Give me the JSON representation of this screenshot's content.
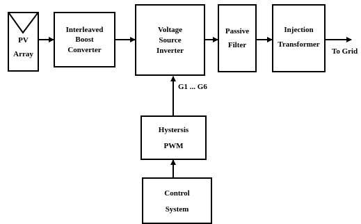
{
  "blocks": {
    "pv_array": {
      "line1": "PV",
      "line2": "Array"
    },
    "boost_converter": {
      "line1": "Interleaved",
      "line2": "Boost",
      "line3": "Converter"
    },
    "vsi": {
      "line1": "Voltage",
      "line2": "Source",
      "line3": "Inverter"
    },
    "passive_filter": {
      "line1": "Passive",
      "line2": "Filter"
    },
    "injection_transformer": {
      "line1": "Injection",
      "line2": "Transformer"
    },
    "hysteresis_pwm": {
      "line1": "Hystersis",
      "line2": "PWM"
    },
    "control_system": {
      "line1": "Control",
      "line2": "System"
    }
  },
  "labels": {
    "gate_signals": "G1 ... G6",
    "to_grid": "To Grid"
  }
}
